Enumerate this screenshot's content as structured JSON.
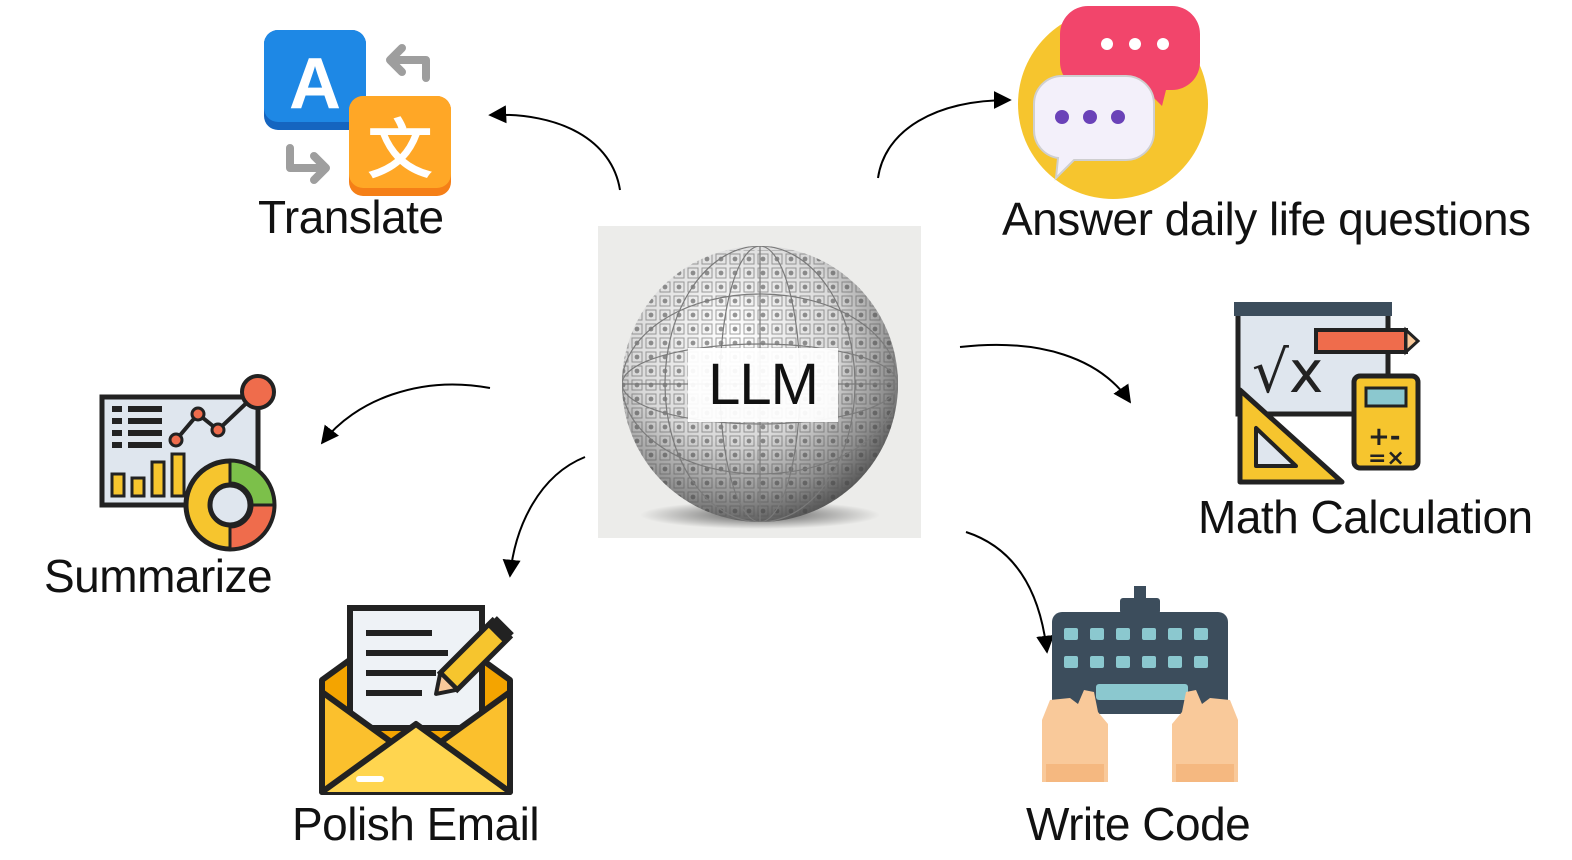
{
  "center": {
    "label": "LLM"
  },
  "tasks": {
    "translate": {
      "label": "Translate",
      "glyph_a": "A",
      "glyph_b": "文"
    },
    "answer": {
      "label": "Answer daily life questions"
    },
    "math": {
      "label": "Math Calculation"
    },
    "summarize": {
      "label": "Summarize"
    },
    "polish": {
      "label": "Polish Email"
    },
    "code": {
      "label": "Write Code"
    }
  },
  "icons": {
    "translate": "translate-icon",
    "answer": "chat-bubbles-icon",
    "math": "math-tools-icon",
    "summarize": "dashboard-report-icon",
    "polish": "email-pencil-icon",
    "code": "keyboard-hands-icon",
    "center": "sphere-icon"
  },
  "colors": {
    "blue": "#1976d2",
    "orange": "#f9a825",
    "yellow": "#f6c52e",
    "pink": "#f2456b",
    "purple": "#6a42b8",
    "keyboard": "#3c4d5c",
    "key": "#8bc8cf",
    "skin": "#f9c99a",
    "red_dot": "#ef6c4c",
    "green": "#7cc04a"
  }
}
